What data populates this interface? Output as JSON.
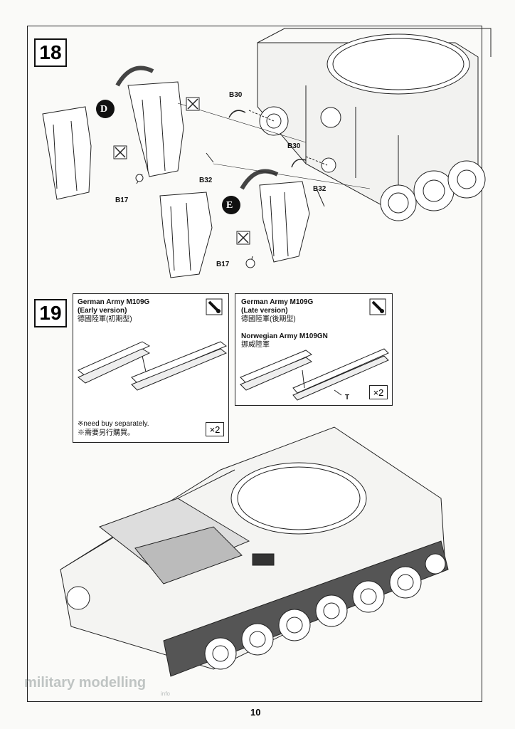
{
  "step18": {
    "number": "18",
    "badge_d": "D",
    "badge_e": "E",
    "labels": {
      "b30_upper": "B30",
      "b30_lower": "B30",
      "b32_left": "B32",
      "b32_right": "B32",
      "b17_upper": "B17",
      "b17_lower": "B17"
    }
  },
  "step19": {
    "number": "19",
    "early": {
      "line1": "German Army M109G",
      "line2": "(Early version)",
      "line3": "德國陸軍(初期型)",
      "note1": "※need buy separately.",
      "note2": "※需要另行購買。",
      "multiplier": "×2"
    },
    "late": {
      "line1": "German Army M109G",
      "line2": "(Late version)",
      "line3": "德國陸軍(後期型)",
      "line4": "Norwegian Army M109GN",
      "line5": "挪威陸軍",
      "part_label": "T",
      "multiplier": "×2"
    }
  },
  "watermark": {
    "text": "military modelling",
    "suffix": "info"
  },
  "page_number": "10"
}
